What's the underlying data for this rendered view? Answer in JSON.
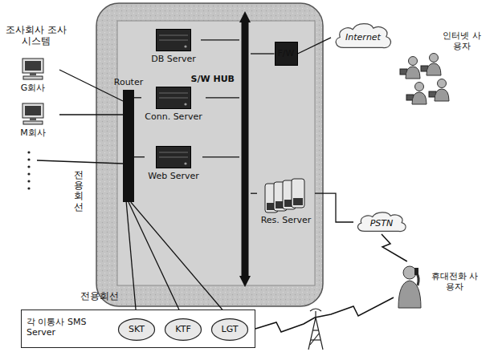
{
  "diagram": {
    "nodes": [
      {
        "text": [
          "G회사"
        ]
      },
      {
        "text": [
          "M회사"
        ]
      },
      {
        "text": [
          "Router"
        ]
      },
      {
        "text": [
          "DB Server"
        ]
      },
      {
        "text": [
          "Conn. Server"
        ]
      },
      {
        "text": [
          "Web Server"
        ]
      },
      {
        "text": [
          "S/W HUB"
        ]
      },
      {
        "text": [
          "F/W"
        ]
      },
      {
        "text": [
          "Internet"
        ]
      },
      {
        "text": [
          "인터넷 사용자"
        ]
      },
      {
        "text": [
          "Res. Server"
        ]
      },
      {
        "text": [
          "PSTN"
        ]
      },
      {
        "text": [
          "휴대전화 사용자"
        ]
      },
      {
        "text": [
          "각 이통사 SMS Server"
        ]
      },
      {
        "text": [
          "SKT"
        ],
        "in": 13
      },
      {
        "text": [
          "KTF"
        ],
        "in": 13
      },
      {
        "text": [
          "LGT"
        ],
        "in": 13
      }
    ],
    "edges": [
      {
        "from": 0,
        "to": 2,
        "arrow": "none"
      },
      {
        "from": 1,
        "to": 2,
        "arrow": "none"
      },
      {
        "from": 2,
        "to": 4,
        "arrow": "none"
      },
      {
        "from": 2,
        "to": 5,
        "arrow": "none"
      },
      {
        "from": 3,
        "to": 6,
        "arrow": "none"
      },
      {
        "from": 4,
        "to": 6,
        "arrow": "none"
      },
      {
        "from": 5,
        "to": 6,
        "arrow": "none"
      },
      {
        "from": 6,
        "to": 7,
        "arrow": "none"
      },
      {
        "from": 6,
        "to": 10,
        "arrow": "none"
      },
      {
        "from": 7,
        "to": 8,
        "arrow": "none"
      },
      {
        "from": 10,
        "to": 11,
        "arrow": "none"
      },
      {
        "from": 11,
        "to": 12,
        "arrow": "none"
      },
      {
        "from": 2,
        "to": 14,
        "arrow": "none"
      },
      {
        "from": 2,
        "to": 15,
        "arrow": "none"
      },
      {
        "from": 2,
        "to": 16,
        "arrow": "none"
      },
      {
        "from": 13,
        "to": 12,
        "arrow": "none"
      }
    ],
    "labels": [
      "조사회사 조사시스템",
      "전용회선",
      "전용회선"
    ]
  }
}
